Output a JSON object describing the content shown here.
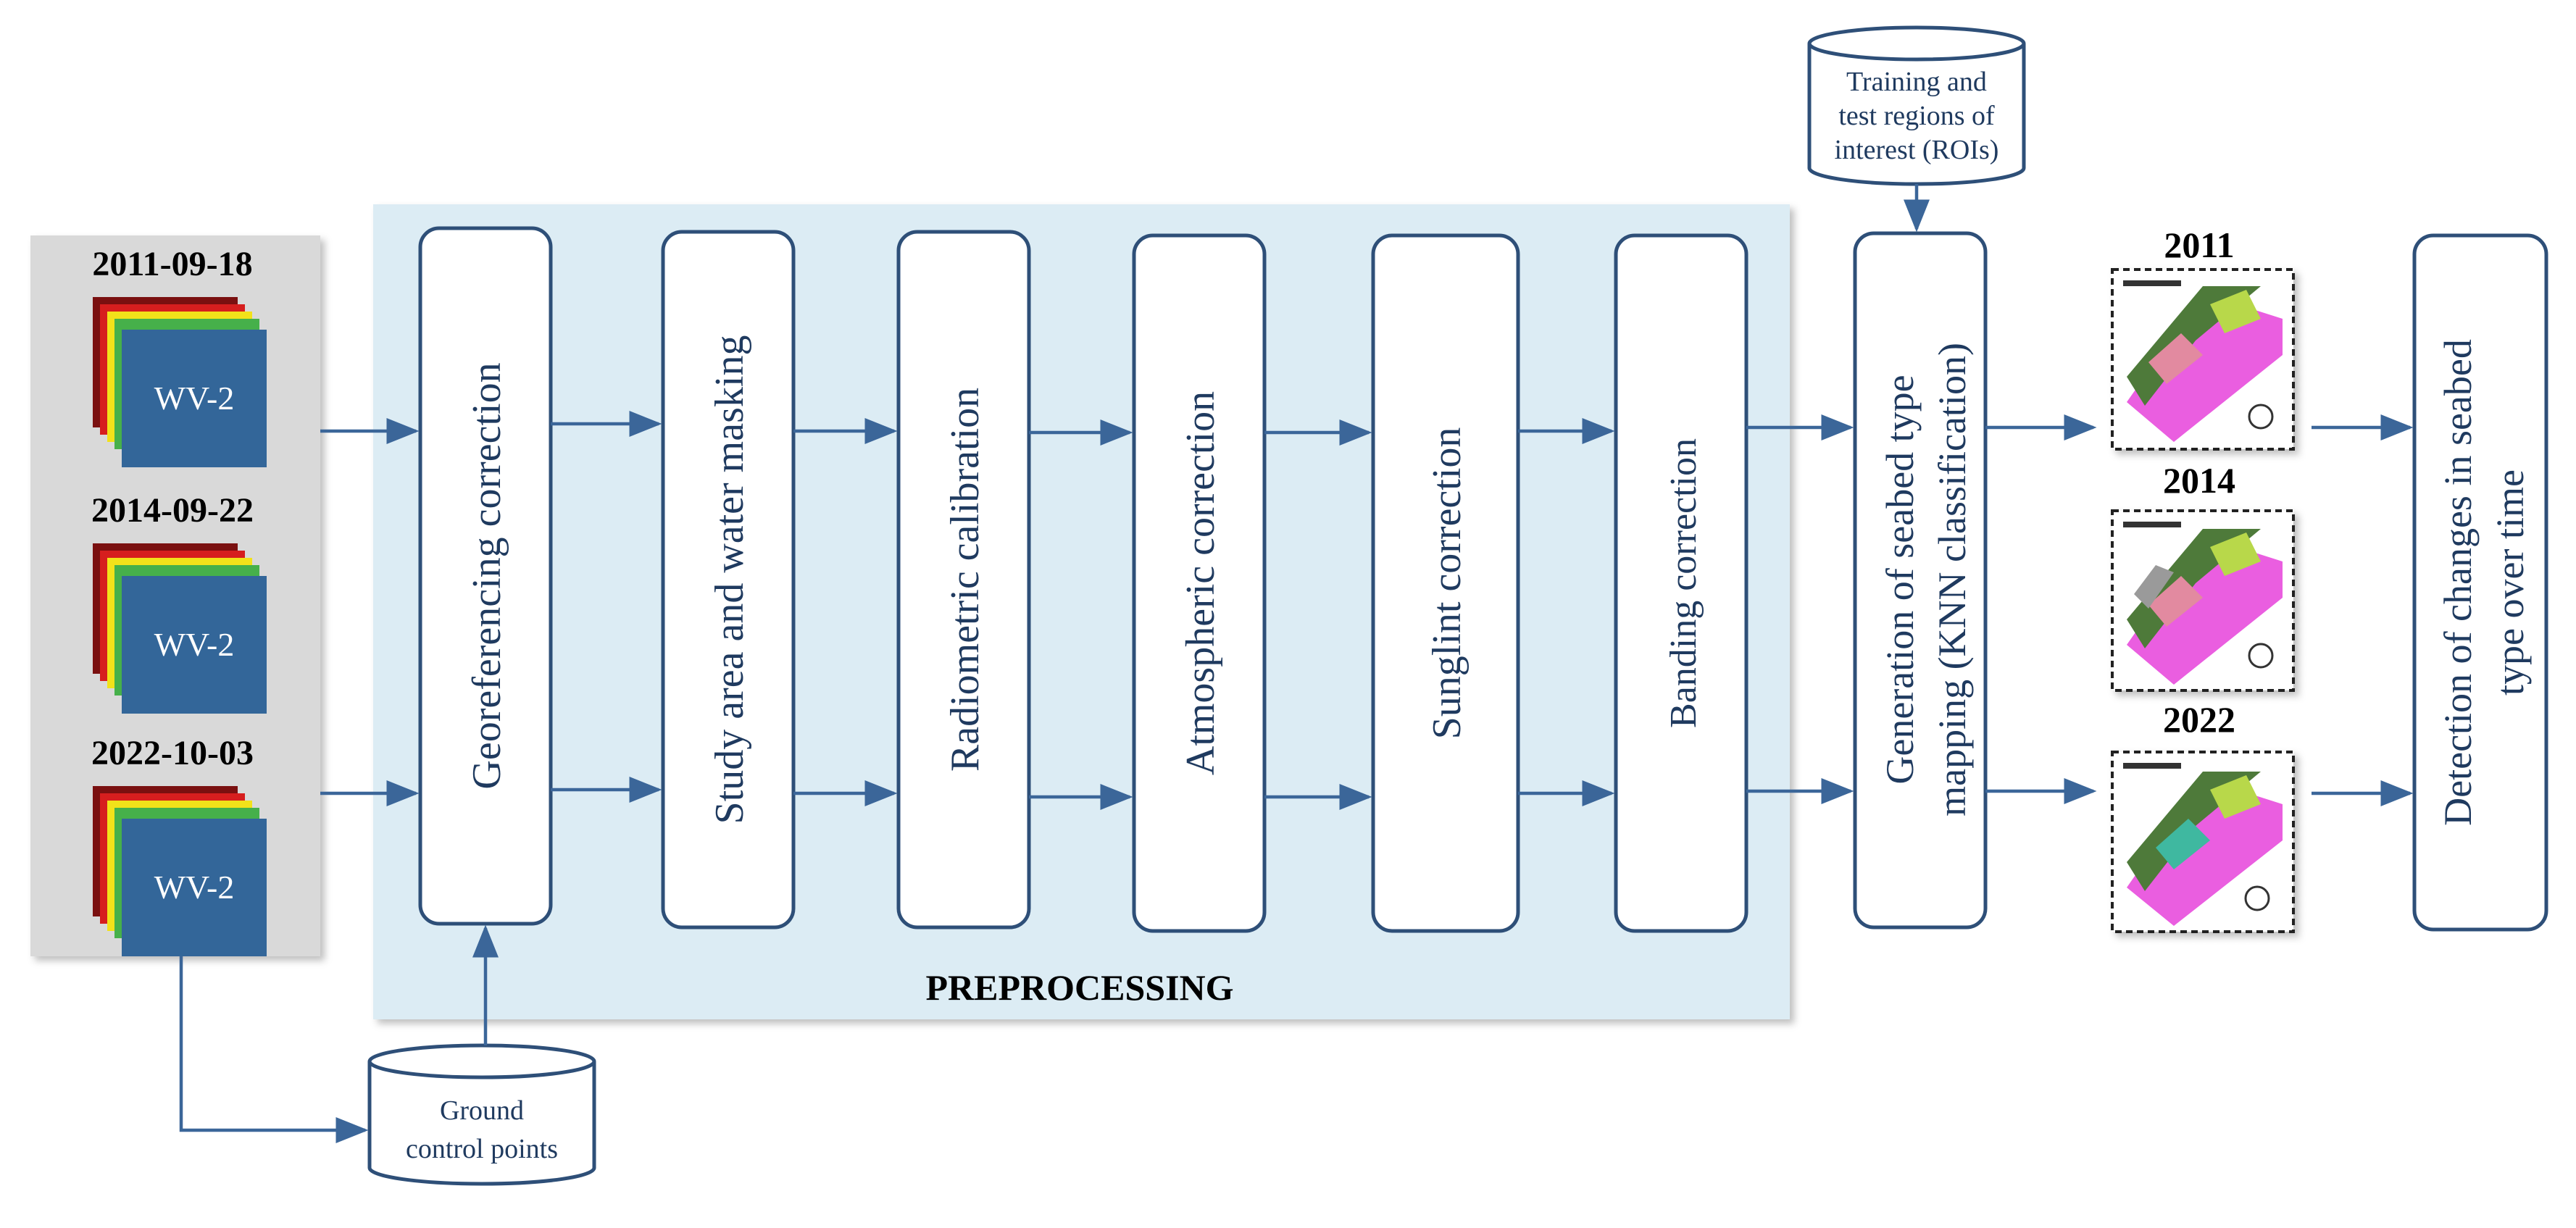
{
  "colors": {
    "box_stroke": "#2e4f78",
    "arrow": "#3b6699",
    "preprocessing_bg": "#dcecf4",
    "input_panel_bg": "#d9d9d9",
    "wv2_tile": "#336699",
    "text": "#1f3a5f",
    "seabed_pink": "#ea5ee0"
  },
  "inputs": [
    {
      "date": "2011-09-18",
      "sensor": "WV-2"
    },
    {
      "date": "2014-09-22",
      "sensor": "WV-2"
    },
    {
      "date": "2022-10-03",
      "sensor": "WV-2"
    }
  ],
  "preprocessing": {
    "label": "PREPROCESSING",
    "steps": [
      "Georeferencing correction",
      "Study area and water masking",
      "Radiometric calibration",
      "Atmospheric correction",
      "Sunglint correction",
      "Banding correction"
    ]
  },
  "ground_control": {
    "line1": "Ground",
    "line2": "control points"
  },
  "training": {
    "line1": "Training and",
    "line2": "test regions of",
    "line3": "interest (ROIs)"
  },
  "classification": {
    "line1": "Generation of seabed type",
    "line2": "mapping (KNN classification)"
  },
  "maps": [
    {
      "year": "2011"
    },
    {
      "year": "2014"
    },
    {
      "year": "2022"
    }
  ],
  "detection": {
    "line1": "Detection of changes in seabed",
    "line2": "type over time"
  }
}
